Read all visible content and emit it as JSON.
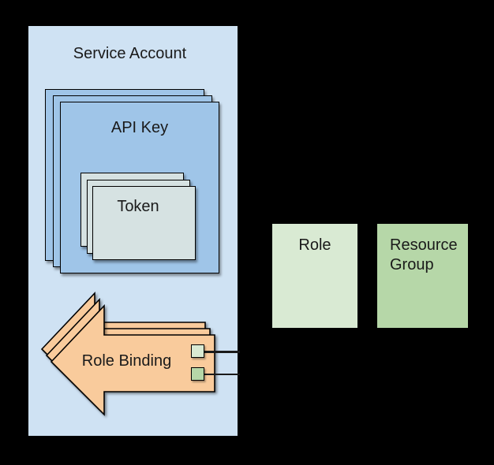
{
  "diagram": {
    "background_color": "#000000",
    "text_color": "#1a1a1a",
    "service_account": {
      "label": "Service Account",
      "fill": "#cfe2f3"
    },
    "api_key": {
      "label": "API Key",
      "fill": "#9fc5e8",
      "stack_count": 3
    },
    "token": {
      "label": "Token",
      "fill": "#d6e2e2",
      "stack_count": 3
    },
    "role_binding": {
      "label": "Role Binding",
      "fill": "#f9cb9c",
      "stack_count": 3,
      "shape": "left-arrow"
    },
    "role": {
      "label": "Role",
      "fill": "#d9ead3"
    },
    "resource_group": {
      "label": "Resource Group",
      "fill": "#b6d7a8"
    },
    "ports": [
      {
        "name": "role-port",
        "fill": "#d9ead3"
      },
      {
        "name": "resource-group-port",
        "fill": "#b6d7a8"
      }
    ],
    "connector_color": "#1a1a1a"
  }
}
